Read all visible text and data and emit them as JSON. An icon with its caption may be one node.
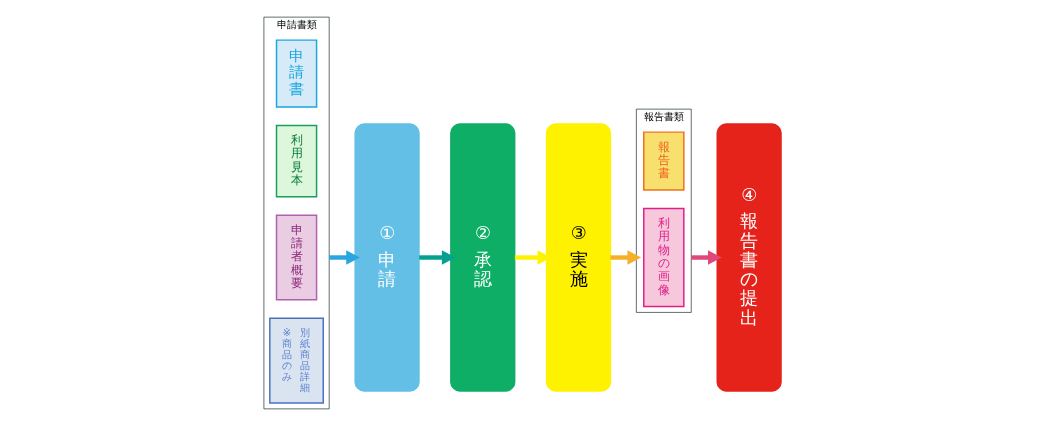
{
  "diagram": {
    "nodes": [
      {
        "text": [
          "申請書類"
        ]
      },
      {
        "text": [
          "申請書"
        ],
        "in": 0
      },
      {
        "text": [
          "利用見本"
        ],
        "in": 0
      },
      {
        "text": [
          "申請者概要"
        ],
        "in": 0
      },
      {
        "text": [
          "※商品のみ",
          "別紙商品詳細"
        ],
        "in": 0
      },
      {
        "text": [
          "①",
          "申請"
        ]
      },
      {
        "text": [
          "②",
          "承認"
        ]
      },
      {
        "text": [
          "③",
          "実施"
        ]
      },
      {
        "text": [
          "報告書類"
        ]
      },
      {
        "text": [
          "報告書"
        ],
        "in": 8
      },
      {
        "text": [
          "利用物の画像"
        ],
        "in": 8
      },
      {
        "text": [
          "④",
          "報告書の提出"
        ]
      }
    ],
    "edges": [
      {
        "from": 0,
        "to": 5,
        "arrow": "to",
        "color": "#2aa5e0"
      },
      {
        "from": 5,
        "to": 6,
        "arrow": "to",
        "color": "#06a090"
      },
      {
        "from": 6,
        "to": 7,
        "arrow": "to",
        "color": "#fff200"
      },
      {
        "from": 7,
        "to": 8,
        "arrow": "to",
        "color": "#f5b02a"
      },
      {
        "from": 8,
        "to": 11,
        "arrow": "to",
        "color": "#e0477a"
      }
    ]
  }
}
